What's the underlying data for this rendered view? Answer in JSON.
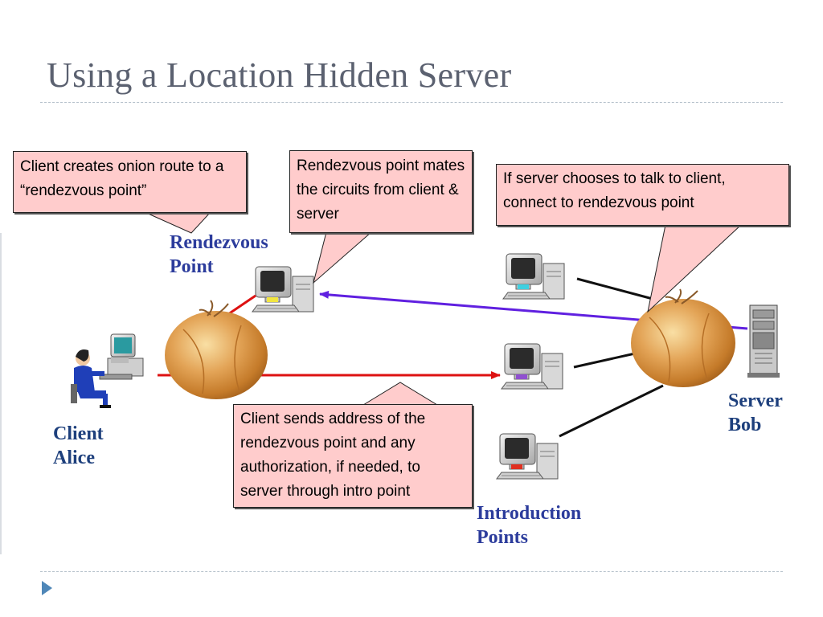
{
  "slide": {
    "title": "Using a Location Hidden Server"
  },
  "callouts": {
    "onion_route": "Client creates onion route to a “rendezvous point”",
    "rendezvous_mates": "Rendezvous point mates the circuits from client & server",
    "server_chooses": "If server chooses to talk to client, connect to rendezvous point",
    "client_sends": "Client sends address of the rendezvous point and any authorization, if needed, to server through intro point"
  },
  "labels": {
    "rendezvous_point": "Rendezvous\nPoint",
    "client_alice": "Client\nAlice",
    "server_bob": "Server\nBob",
    "introduction_points": "Introduction\nPoints"
  },
  "colors": {
    "callout_fill": "#ffcccc",
    "red_route": "#dd1111",
    "purple_route": "#6020e0",
    "label_blue": "#2c3c9c"
  }
}
